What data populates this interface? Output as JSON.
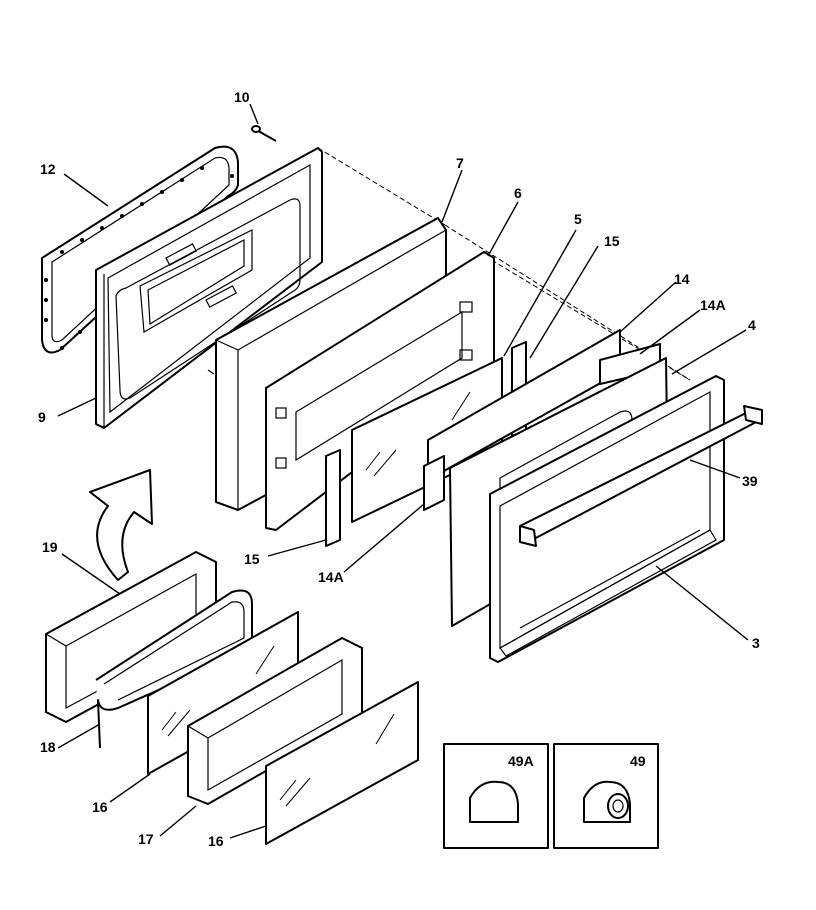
{
  "callouts": {
    "c10": "10",
    "c12": "12",
    "c7": "7",
    "c6": "6",
    "c5": "5",
    "c15a": "15",
    "c14": "14",
    "c14a_top": "14A",
    "c4": "4",
    "c39": "39",
    "c9": "9",
    "c15b": "15",
    "c14a_bottom": "14A",
    "c3": "3",
    "c19": "19",
    "c18": "18",
    "c16a": "16",
    "c17": "17",
    "c16b": "16",
    "c49a": "49A",
    "c49": "49"
  }
}
